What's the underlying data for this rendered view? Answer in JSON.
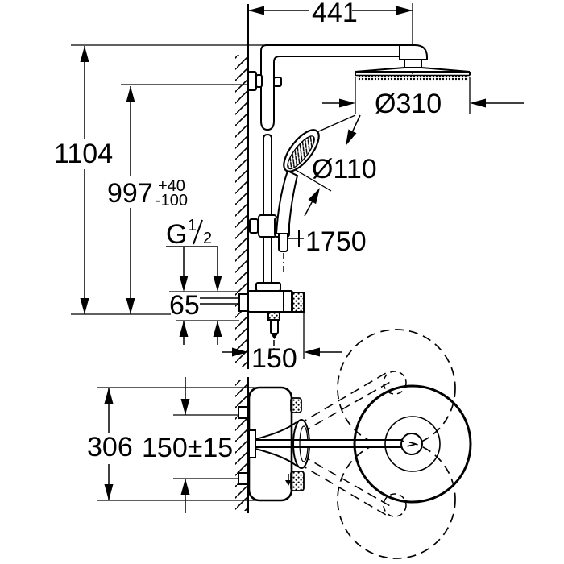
{
  "drawing": {
    "type": "technical-dimension-drawing",
    "subject": "shower system with head shower, hand shower and thermostat mixer",
    "colors": {
      "line": "#000000",
      "background": "#ffffff"
    },
    "dims": {
      "arm_projection": "441",
      "head_diameter": "Ø310",
      "hand_shower_diameter": "Ø110",
      "total_height": "1104",
      "rail_height": "997",
      "rail_height_tol_plus": "+40",
      "rail_height_tol_minus": "-100",
      "thread_letter": "G",
      "thread_numerator": "1",
      "thread_denominator": "2",
      "outlet_offset": "65",
      "hose_length": "1750",
      "bracket_projection": "150",
      "body_height": "306",
      "connection_spacing": "150±15"
    }
  }
}
